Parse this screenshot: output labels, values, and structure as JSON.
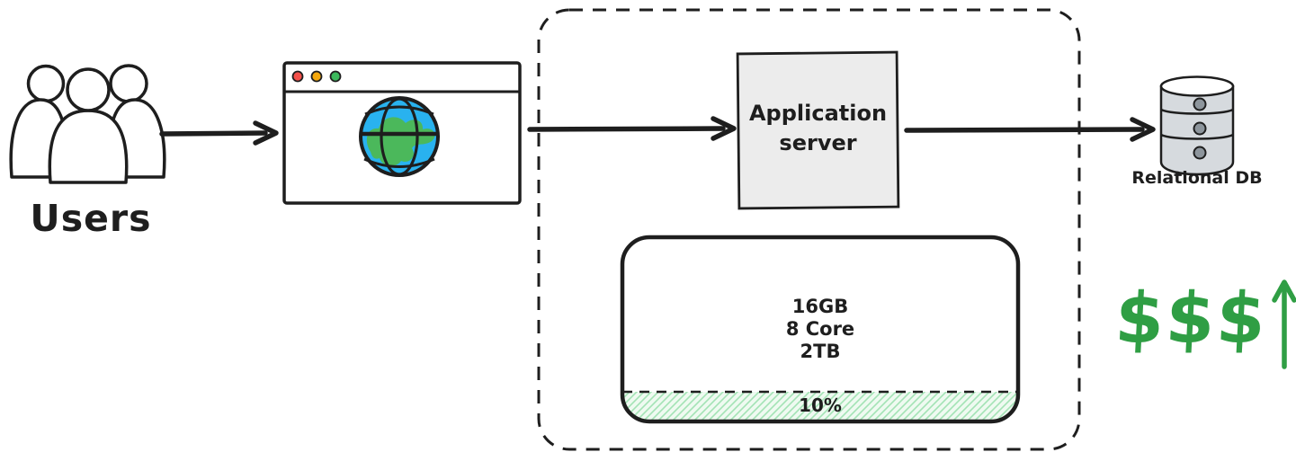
{
  "users": {
    "label": "Users"
  },
  "app_server": {
    "label": "Application server"
  },
  "database": {
    "label": "Relational DB"
  },
  "capacity": {
    "specs": [
      "16GB",
      "8 Core",
      "2TB"
    ],
    "utilization": "10%"
  },
  "cost": {
    "label": "$$$"
  },
  "colors": {
    "ink": "#1e1e1e",
    "accent_green": "#2f9e44",
    "globe_blue": "#29b2ef",
    "continent_green": "#4bb85b",
    "server_box_fill": "#ececec",
    "db_fill": "#d6dade",
    "db_dot": "#8d959c",
    "bar_fill": "#effaf1",
    "bar_hatch": "#a3e3b5",
    "traffic_red": "#f4504a",
    "traffic_yellow": "#f5a80c",
    "traffic_green": "#3cb95c"
  }
}
